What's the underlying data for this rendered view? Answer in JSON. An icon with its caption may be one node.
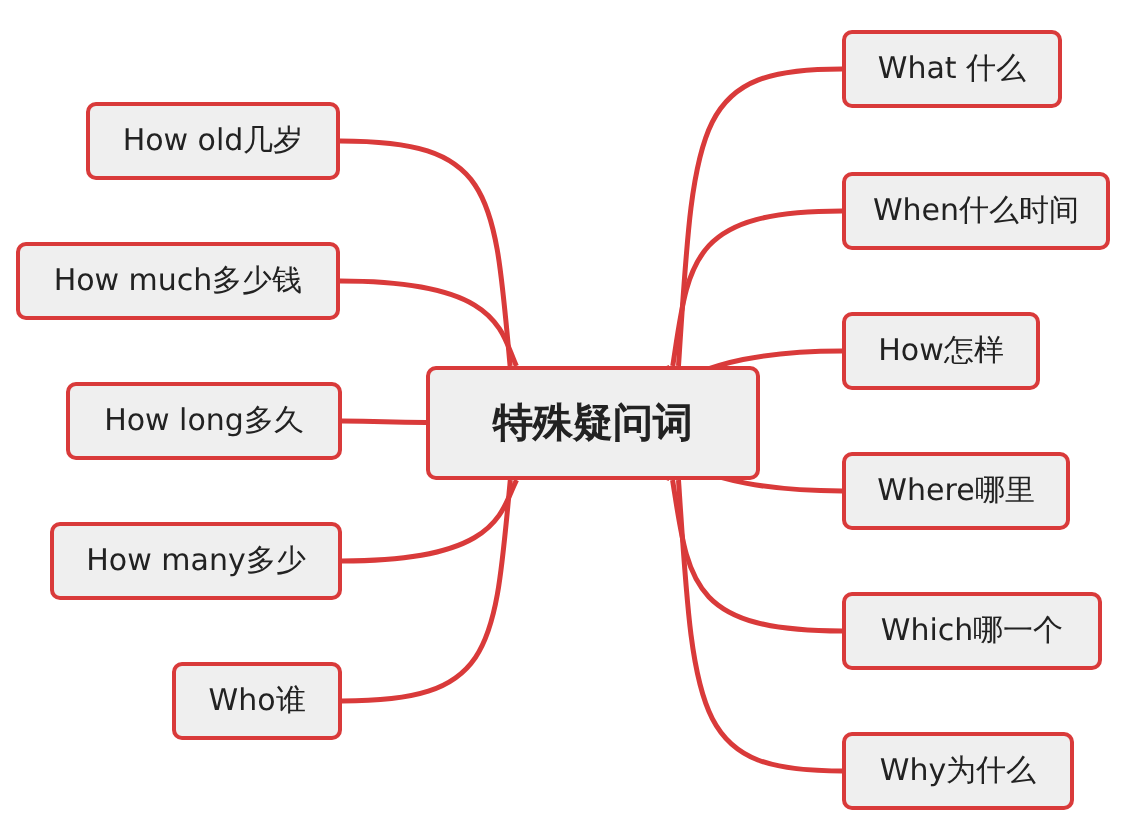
{
  "diagram": {
    "nodes": [
      {
        "text": [
          "特殊疑问词"
        ]
      },
      {
        "text": [
          "How old几岁"
        ]
      },
      {
        "text": [
          "How much多少钱"
        ]
      },
      {
        "text": [
          "How long多久"
        ]
      },
      {
        "text": [
          "How many多少"
        ]
      },
      {
        "text": [
          "Who谁"
        ]
      },
      {
        "text": [
          "What 什么"
        ]
      },
      {
        "text": [
          "When什么时间"
        ]
      },
      {
        "text": [
          "How怎样"
        ]
      },
      {
        "text": [
          "Where哪里"
        ]
      },
      {
        "text": [
          "Which哪一个"
        ]
      },
      {
        "text": [
          "Why为什么"
        ]
      }
    ],
    "edges": [
      {
        "from": 0,
        "to": 1,
        "arrow": "none"
      },
      {
        "from": 0,
        "to": 2,
        "arrow": "none"
      },
      {
        "from": 0,
        "to": 3,
        "arrow": "none"
      },
      {
        "from": 0,
        "to": 4,
        "arrow": "none"
      },
      {
        "from": 0,
        "to": 5,
        "arrow": "none"
      },
      {
        "from": 0,
        "to": 6,
        "arrow": "none"
      },
      {
        "from": 0,
        "to": 7,
        "arrow": "none"
      },
      {
        "from": 0,
        "to": 8,
        "arrow": "none"
      },
      {
        "from": 0,
        "to": 9,
        "arrow": "none"
      },
      {
        "from": 0,
        "to": 10,
        "arrow": "none"
      },
      {
        "from": 0,
        "to": 11,
        "arrow": "none"
      }
    ]
  }
}
